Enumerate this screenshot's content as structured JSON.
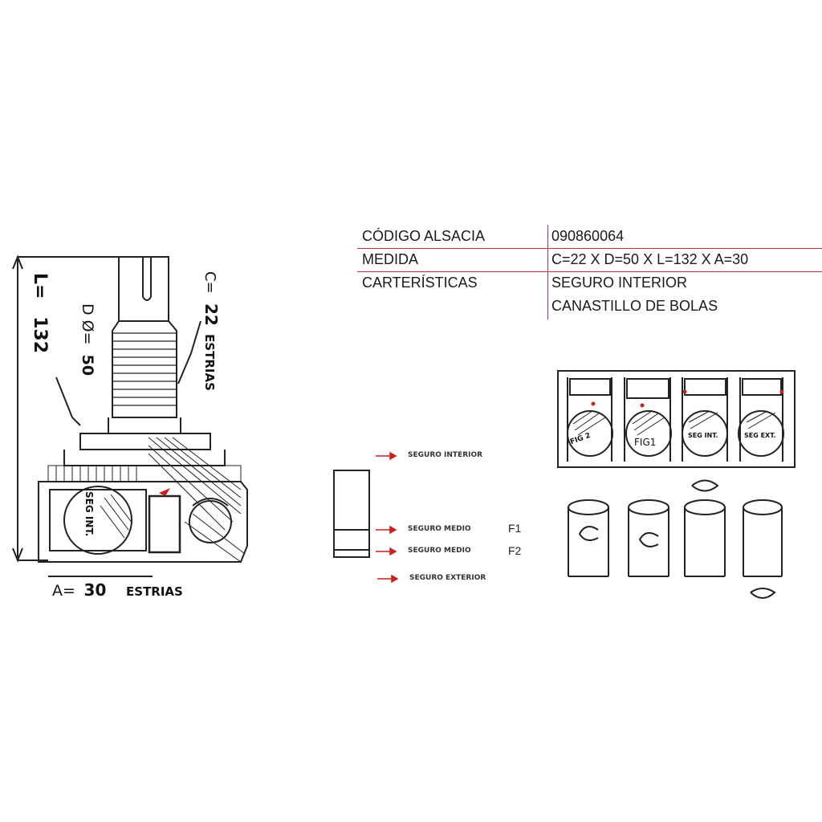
{
  "specs": {
    "rows": [
      {
        "label": "CÓDIGO ALSACIA",
        "value": "090860064"
      },
      {
        "label": "MEDIDA",
        "value": "C=22  X D=50 X L=132 X A=30"
      },
      {
        "label": "CARTERÍSTICAS",
        "value": "SEGURO INTERIOR"
      },
      {
        "label": "",
        "value": "CANASTILLO DE BOLAS"
      }
    ],
    "line_color": "#b5303a"
  },
  "drawing": {
    "length_label": "L=",
    "length_value": "132",
    "spline_c_label": "C=",
    "spline_c_value": "22",
    "spline_c_unit": "ESTRIAS",
    "diameter_label": "D  Ø=",
    "diameter_value": "50",
    "spline_a_label": "A=",
    "spline_a_value": "30",
    "spline_a_unit": "ESTRIAS",
    "inner_lock_text": "SEG INT."
  },
  "legend": {
    "items": [
      "SEGURO INTERIOR",
      "SEGURO MEDIO",
      "SEGURO MEDIO",
      "SEGURO EXTERIOR"
    ],
    "f1": "F1",
    "f2": "F2",
    "arrow_color": "#cc1f1f"
  },
  "figures": {
    "labels": [
      "FIG 2",
      "FIG1",
      "SEG INT.",
      "SEG EXT."
    ]
  }
}
